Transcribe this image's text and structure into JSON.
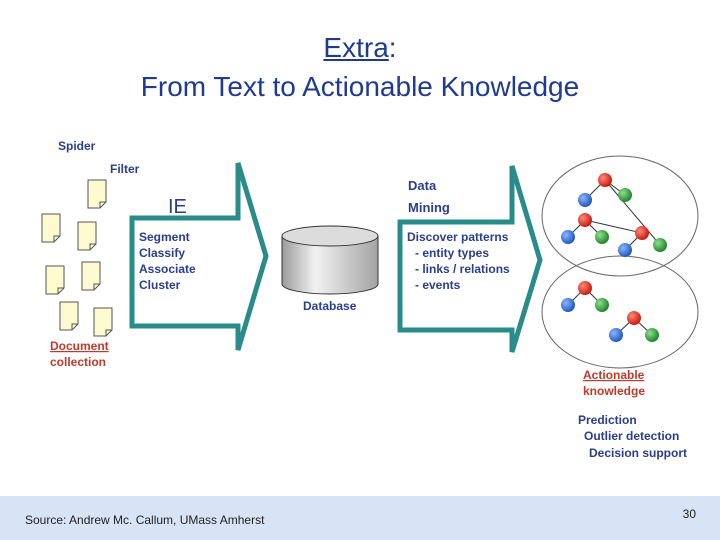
{
  "title": {
    "line1_link": "Extra",
    "line1_suffix": ":",
    "line2": "From Text to Actionable Knowledge"
  },
  "diagram": {
    "spider": "Spider",
    "filter": "Filter",
    "ie": "IE",
    "ie_steps": [
      "Segment",
      "Classify",
      "Associate",
      "Cluster"
    ],
    "database": "Database",
    "data_mining_1": "Data",
    "data_mining_2": "Mining",
    "dm_head": "Discover patterns",
    "dm_items": [
      "- entity types",
      "- links / relations",
      "- events"
    ],
    "doc_collection_1": "Document",
    "doc_collection_2": "collection",
    "actionable_1": "Actionable",
    "actionable_2": "knowledge",
    "outcomes": [
      "Prediction",
      "Outlier detection",
      "Decision support"
    ]
  },
  "footer": {
    "source": "Source: Andrew Mc. Callum, UMass Amherst",
    "page": "30"
  },
  "colors": {
    "title": "#1f3a93",
    "label_blue": "#2a3d8f",
    "label_red": "#c0392b",
    "arrow_teal": "#2a8b8b",
    "node_red": "#d42a1e",
    "node_green": "#2e9a3c",
    "node_blue": "#2d6fd1",
    "footer_bg": "#d6e4f6"
  }
}
